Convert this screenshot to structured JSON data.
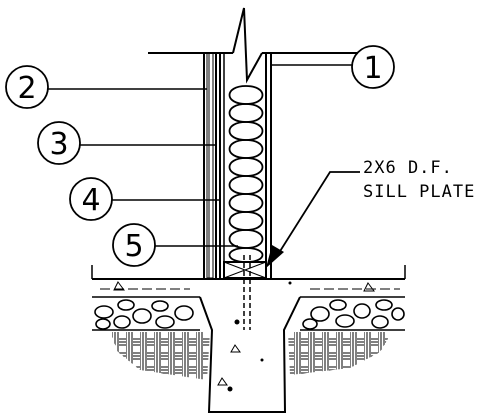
{
  "callouts": [
    {
      "id": "1",
      "label": "1"
    },
    {
      "id": "2",
      "label": "2"
    },
    {
      "id": "3",
      "label": "3"
    },
    {
      "id": "4",
      "label": "4"
    },
    {
      "id": "5",
      "label": "5"
    }
  ],
  "note": {
    "line1": "2X6 D.F.",
    "line2": "SILL PLATE"
  }
}
